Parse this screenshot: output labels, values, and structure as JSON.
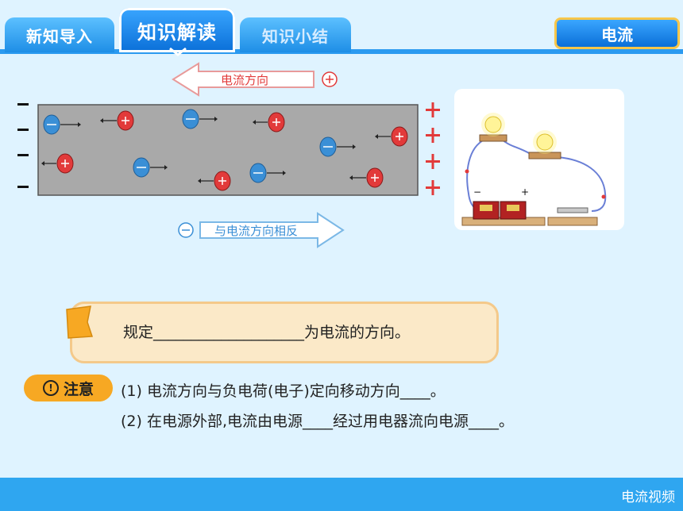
{
  "tabs": [
    {
      "label": "新知导入",
      "state": "normal"
    },
    {
      "label": "知识解读",
      "state": "active"
    },
    {
      "label": "知识小结",
      "state": "normal"
    }
  ],
  "topic": "电流",
  "diagram": {
    "current_direction_label": "电流方向",
    "electron_direction_label": "与电流方向相反",
    "plus_sign": "+",
    "minus_sign": "−"
  },
  "rule": {
    "text": "规定____________________为电流的方向。"
  },
  "note": {
    "badge": "注意",
    "lines": [
      "(1) 电流方向与负电荷(电子)定向移动方向____。",
      "(2) 在电源外部,电流由电源____经过用电器流向电源____。"
    ]
  },
  "footer": {
    "link": "电流视频"
  },
  "colors": {
    "accent": "#2b9af0",
    "red_charge": "#e23a3a",
    "blue_charge": "#3a8fd6",
    "rule_bg": "#fbe9c8",
    "note_badge": "#f7a823"
  }
}
